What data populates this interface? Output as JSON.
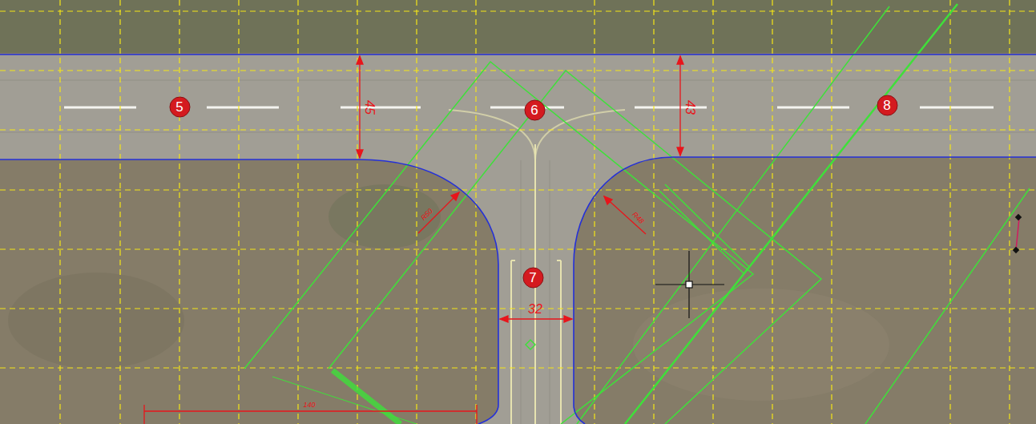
{
  "diagram": {
    "nodes": [
      {
        "text": [
          "5"
        ]
      },
      {
        "text": [
          "6"
        ]
      },
      {
        "text": [
          "8"
        ]
      },
      {
        "text": [
          "7"
        ]
      }
    ],
    "labels": [
      "45",
      "43",
      "R50",
      "R48",
      "32",
      "140"
    ]
  }
}
